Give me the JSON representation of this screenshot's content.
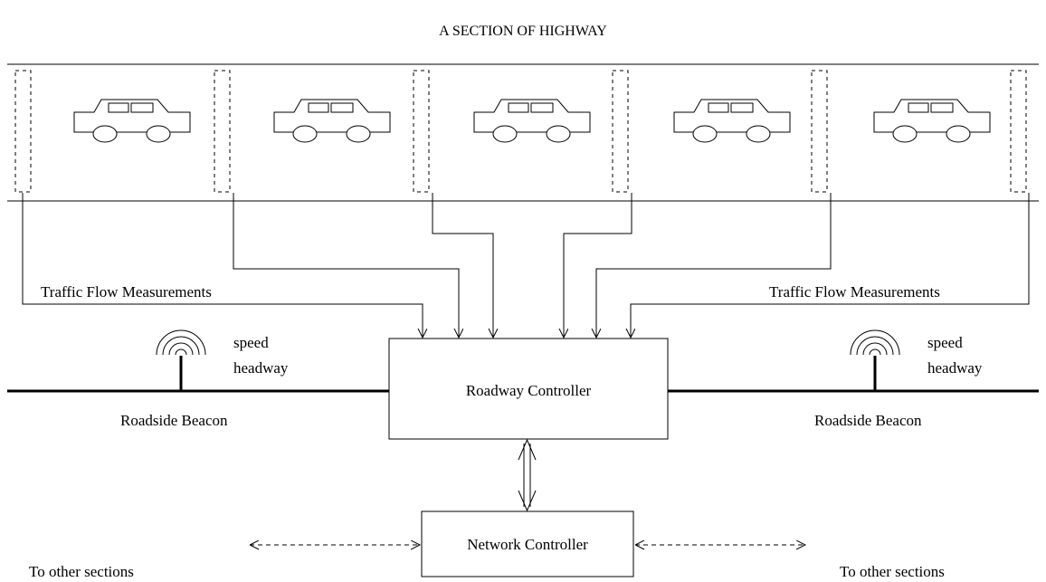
{
  "title": "A SECTION OF HIGHWAY",
  "measurements_label_left": "Traffic Flow Measurements",
  "measurements_label_right": "Traffic Flow Measurements",
  "beacon_left": {
    "signal_1": "speed",
    "signal_2": "headway",
    "label": "Roadside Beacon"
  },
  "beacon_right": {
    "signal_1": "speed",
    "signal_2": "headway",
    "label": "Roadside Beacon"
  },
  "roadway_controller": "Roadway Controller",
  "network_controller": "Network Controller",
  "other_sections_left": "To other sections",
  "other_sections_right": "To other sections",
  "cars": 5,
  "detectors": 6
}
